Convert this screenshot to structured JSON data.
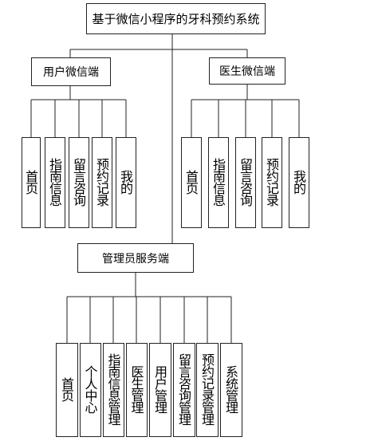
{
  "root": {
    "label": "基于微信小程序的牙科预约系统"
  },
  "user_end": {
    "label": "用户微信端",
    "items": [
      "首页",
      "指南信息",
      "留言咨询",
      "预约记录",
      "我的"
    ]
  },
  "doctor_end": {
    "label": "医生微信端",
    "items": [
      "首页",
      "指南信息",
      "留言咨询",
      "预约记录",
      "我的"
    ]
  },
  "admin_end": {
    "label": "管理员服务端",
    "items": [
      "首页",
      "个人中心",
      "指南信息管理",
      "医生管理",
      "用户管理",
      "留言咨询管理",
      "预约记录管理",
      "系统管理"
    ]
  }
}
